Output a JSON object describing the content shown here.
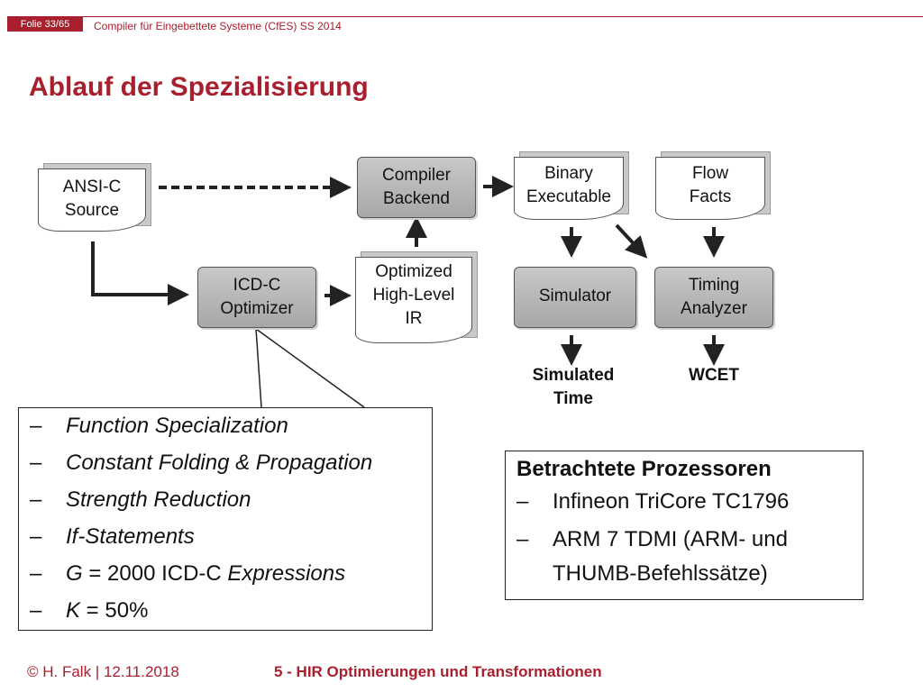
{
  "header": {
    "slide_number": "Folie 33/65",
    "course": "Compiler für Eingebettete Systeme (CfES) SS 2014",
    "title": "Ablauf der Spezialisierung"
  },
  "diagram": {
    "ansi_source": [
      "ANSI-C",
      "Source"
    ],
    "compiler_backend": [
      "Compiler",
      "Backend"
    ],
    "binary_executable": [
      "Binary",
      "Executable"
    ],
    "flow_facts": [
      "Flow",
      "Facts"
    ],
    "icd_optimizer": [
      "ICD-C",
      "Optimizer"
    ],
    "optimized_ir": [
      "Optimized",
      "High-Level",
      "IR"
    ],
    "simulator": "Simulator",
    "timing_analyzer": [
      "Timing",
      "Analyzer"
    ],
    "simulated_time": [
      "Simulated",
      "Time"
    ],
    "wcet": "WCET"
  },
  "optimizations": {
    "dash": "–",
    "items": [
      {
        "text": "Function Specialization"
      },
      {
        "text": "Constant Folding & Propagation"
      },
      {
        "text": "Strength Reduction"
      },
      {
        "text": "If-Statements"
      },
      {
        "pre": "G",
        "mid": " = 2000 ICD-C ",
        "post": "Expressions"
      },
      {
        "pre": "K",
        "mid": " = 50%"
      }
    ]
  },
  "processors": {
    "title": "Betrachtete Prozessoren",
    "items": [
      "Infineon TriCore TC1796",
      "ARM 7 TDMI (ARM- und"
    ],
    "continuation": "THUMB-Befehlssätze)"
  },
  "footer": {
    "author": "© H. Falk | 12.11.2018",
    "chapter": "5 - HIR Optimierungen und Transformationen"
  }
}
